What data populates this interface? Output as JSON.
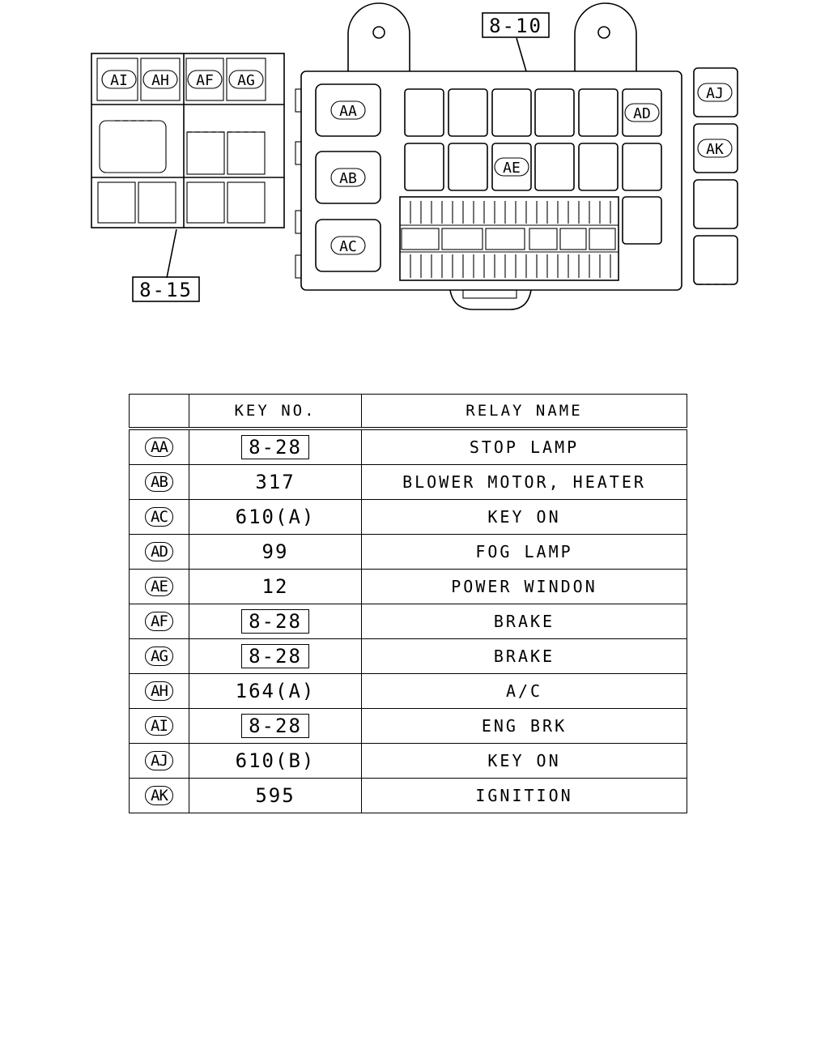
{
  "diagram": {
    "callout_main": "8-10",
    "callout_left": "8-15",
    "labels": {
      "AA": "AA",
      "AB": "AB",
      "AC": "AC",
      "AD": "AD",
      "AE": "AE",
      "AF": "AF",
      "AG": "AG",
      "AH": "AH",
      "AI": "AI",
      "AJ": "AJ",
      "AK": "AK"
    }
  },
  "table": {
    "headers": {
      "id": "",
      "key": "KEY NO.",
      "relay": "RELAY NAME"
    },
    "rows": [
      {
        "id": "AA",
        "key": "8-28",
        "boxed": true,
        "relay": "STOP LAMP"
      },
      {
        "id": "AB",
        "key": "317",
        "boxed": false,
        "relay": "BLOWER MOTOR, HEATER"
      },
      {
        "id": "AC",
        "key": "610(A)",
        "boxed": false,
        "relay": "KEY ON"
      },
      {
        "id": "AD",
        "key": "99",
        "boxed": false,
        "relay": "FOG LAMP"
      },
      {
        "id": "AE",
        "key": "12",
        "boxed": false,
        "relay": "POWER WINDON"
      },
      {
        "id": "AF",
        "key": "8-28",
        "boxed": true,
        "relay": "BRAKE"
      },
      {
        "id": "AG",
        "key": "8-28",
        "boxed": true,
        "relay": "BRAKE"
      },
      {
        "id": "AH",
        "key": "164(A)",
        "boxed": false,
        "relay": "A/C"
      },
      {
        "id": "AI",
        "key": "8-28",
        "boxed": true,
        "relay": "ENG BRK"
      },
      {
        "id": "AJ",
        "key": "610(B)",
        "boxed": false,
        "relay": "KEY ON"
      },
      {
        "id": "AK",
        "key": "595",
        "boxed": false,
        "relay": "IGNITION"
      }
    ]
  }
}
